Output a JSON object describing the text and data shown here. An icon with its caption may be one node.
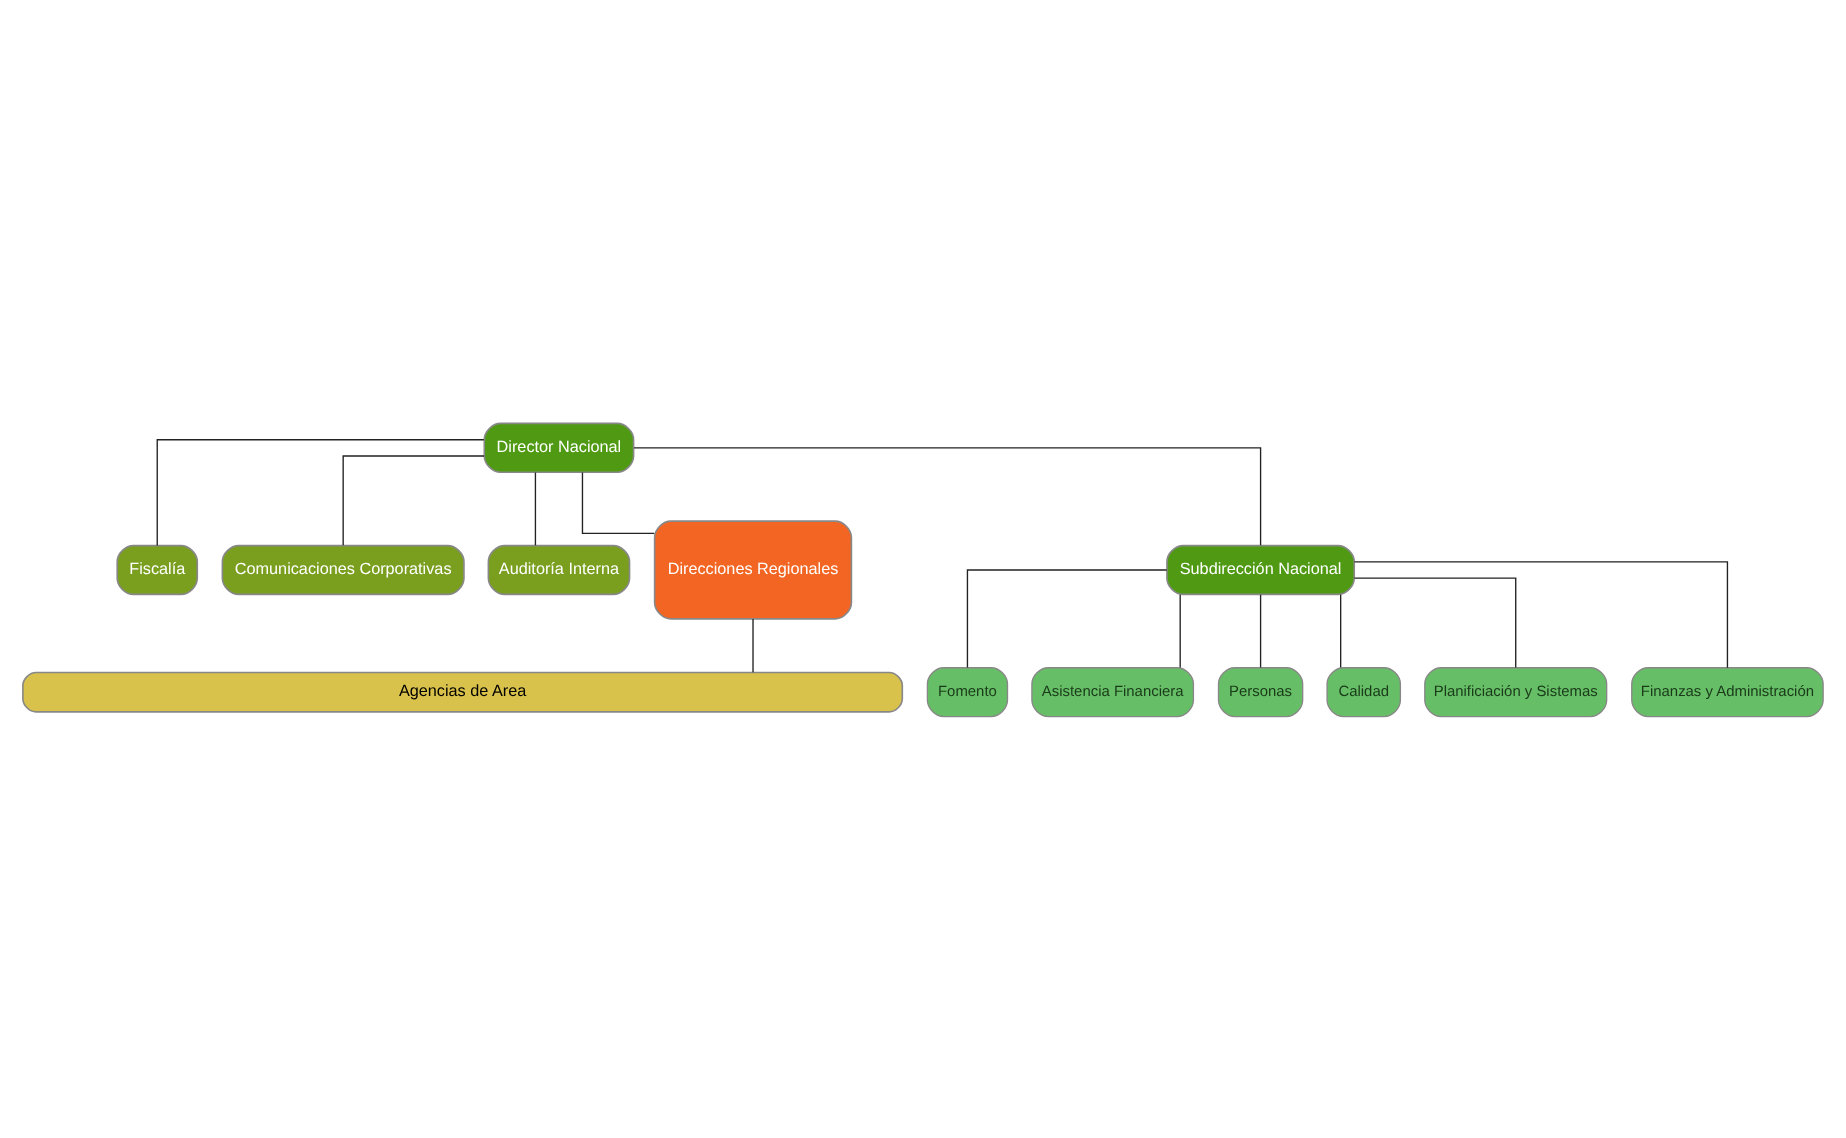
{
  "diagram": {
    "nodes": [
      {
        "text": [
          "Director Nacional"
        ]
      },
      {
        "text": [
          "Fiscalía"
        ]
      },
      {
        "text": [
          "Comunicaciones Corporativas"
        ]
      },
      {
        "text": [
          "Auditoría Interna"
        ]
      },
      {
        "text": [
          "Direcciones Regionales"
        ]
      },
      {
        "text": [
          "Subdirección Nacional"
        ]
      },
      {
        "text": [
          "Fomento"
        ]
      },
      {
        "text": [
          "Asistencia Financiera"
        ]
      },
      {
        "text": [
          "Personas"
        ]
      },
      {
        "text": [
          "Calidad"
        ]
      },
      {
        "text": [
          "Planificiación y Sistemas"
        ]
      },
      {
        "text": [
          "Finanzas y Administración"
        ]
      },
      {
        "text": [
          "Agencias de Area"
        ]
      }
    ],
    "edges": [
      {
        "from": 0,
        "to": 1,
        "arrow": "none"
      },
      {
        "from": 0,
        "to": 2,
        "arrow": "none"
      },
      {
        "from": 0,
        "to": 3,
        "arrow": "none"
      },
      {
        "from": 0,
        "to": 4,
        "arrow": "none"
      },
      {
        "from": 0,
        "to": 5,
        "arrow": "none"
      },
      {
        "from": 5,
        "to": 6,
        "arrow": "none"
      },
      {
        "from": 5,
        "to": 7,
        "arrow": "none"
      },
      {
        "from": 5,
        "to": 8,
        "arrow": "none"
      },
      {
        "from": 5,
        "to": 9,
        "arrow": "none"
      },
      {
        "from": 5,
        "to": 10,
        "arrow": "none"
      },
      {
        "from": 5,
        "to": 11,
        "arrow": "none"
      },
      {
        "from": 4,
        "to": 12,
        "arrow": "none"
      }
    ]
  }
}
